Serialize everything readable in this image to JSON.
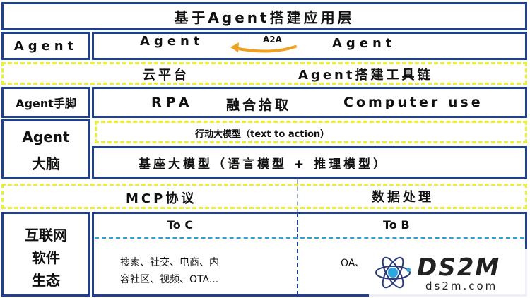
{
  "title": "基于Agent搭建应用层",
  "agent_row": {
    "label": "Agent",
    "left": "Agent",
    "arrow_label": "A2A",
    "right": "Agent"
  },
  "cloud_row": {
    "left": "云平台",
    "right": "Agent搭建工具链"
  },
  "hands_row": {
    "label": "Agent手脚",
    "items": [
      "RPA",
      "融合拾取",
      "Computer use"
    ]
  },
  "brain_row": {
    "label_line1": "Agent",
    "label_line2": "大脑",
    "top": "行动大模型（text to action）",
    "bottom": "基座大模型（语言模型 + 推理模型）"
  },
  "mcp_row": {
    "left": "MCP协议",
    "right": "数据处理"
  },
  "ecosystem": {
    "label_lines": [
      "互联网",
      "软件",
      "生态"
    ],
    "toc_header": "To C",
    "tob_header": "To B",
    "toc_line1": "搜索、社交、电商、内",
    "toc_line2": "容社区、视频、OTA...",
    "tob_text": "OA、"
  },
  "watermark": {
    "logo": "DS2M",
    "url": "ds2m.com"
  },
  "colors": {
    "border": "#1f3f8f",
    "dash": "#e8ef3c",
    "arrow": "#f0a020",
    "divider": "#29a3d6",
    "logo": "#222"
  }
}
